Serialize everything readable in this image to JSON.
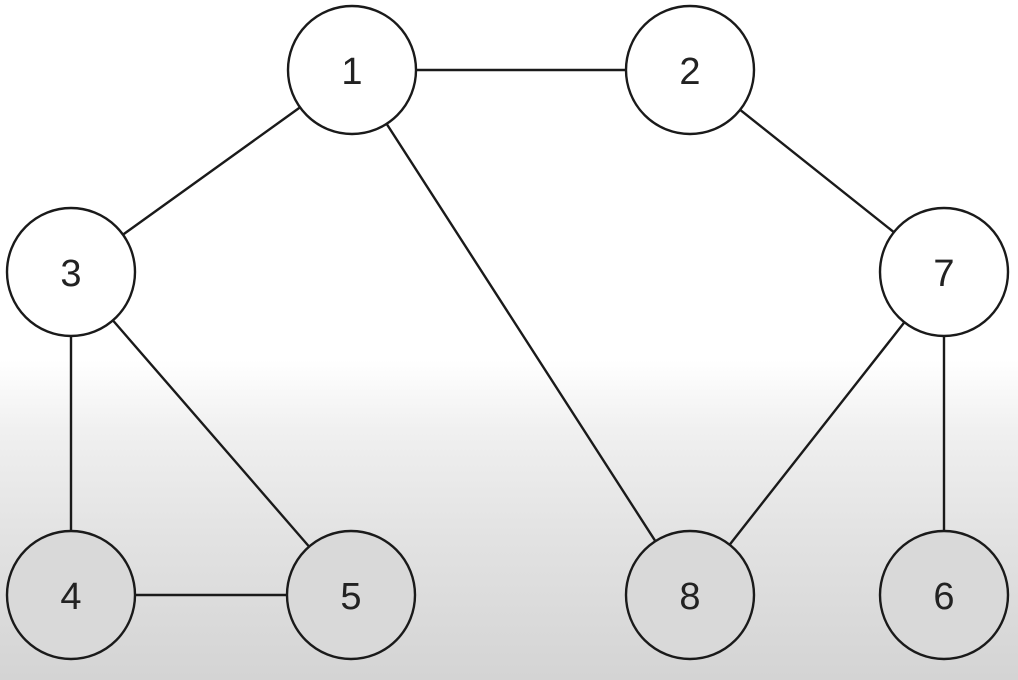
{
  "graph": {
    "nodes": [
      {
        "id": "1",
        "label": "1"
      },
      {
        "id": "2",
        "label": "2"
      },
      {
        "id": "3",
        "label": "3"
      },
      {
        "id": "7",
        "label": "7"
      },
      {
        "id": "4",
        "label": "4"
      },
      {
        "id": "5",
        "label": "5"
      },
      {
        "id": "8",
        "label": "8"
      },
      {
        "id": "6",
        "label": "6"
      }
    ],
    "edges": [
      {
        "from": "1",
        "to": "2"
      },
      {
        "from": "1",
        "to": "3"
      },
      {
        "from": "1",
        "to": "8"
      },
      {
        "from": "2",
        "to": "7"
      },
      {
        "from": "3",
        "to": "4"
      },
      {
        "from": "3",
        "to": "5"
      },
      {
        "from": "4",
        "to": "5"
      },
      {
        "from": "7",
        "to": "8"
      },
      {
        "from": "7",
        "to": "6"
      }
    ]
  }
}
